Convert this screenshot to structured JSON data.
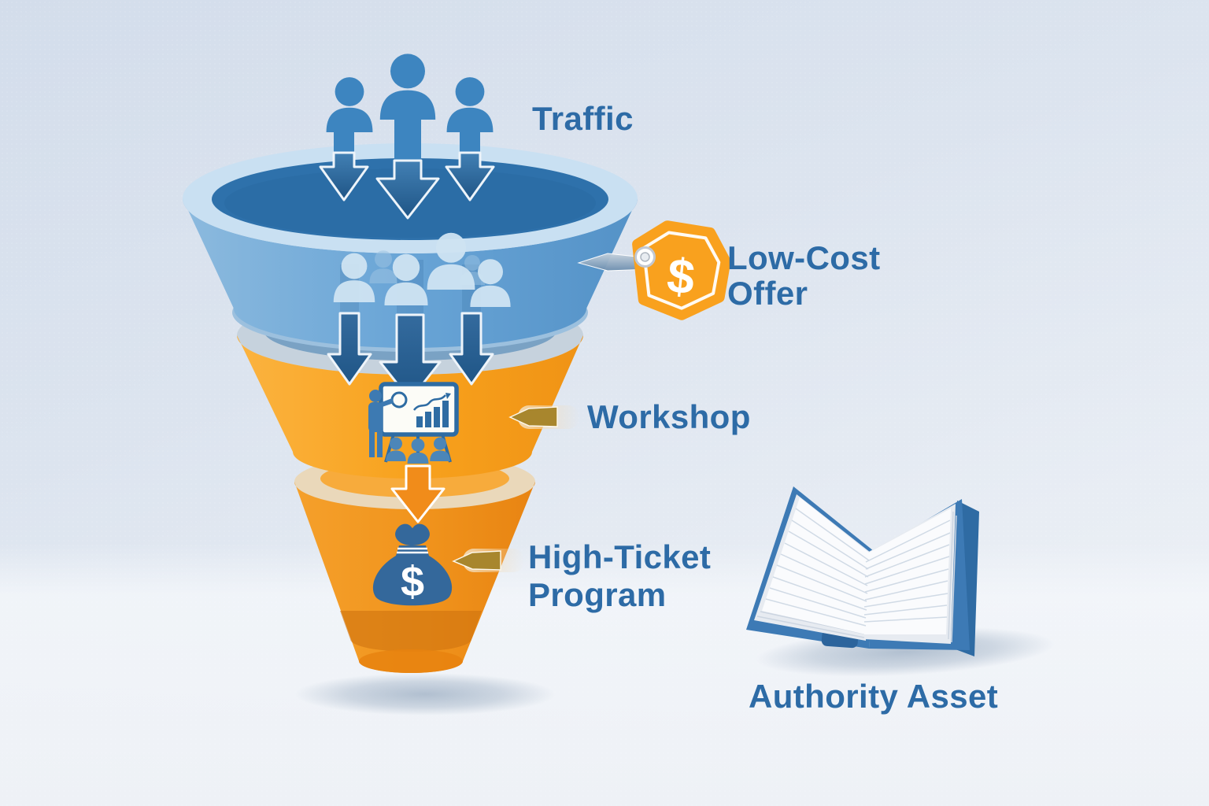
{
  "diagram": {
    "type": "funnel",
    "stage_count": 4,
    "stages": [
      {
        "id": "traffic",
        "label": "Traffic",
        "icon": "people-group-icon",
        "color": "#6aa6d8"
      },
      {
        "id": "low-cost-offer",
        "label": "Low-Cost Offer",
        "lines": [
          "Low-Cost",
          "Offer"
        ],
        "icon": "price-tag-icon",
        "symbol": "$",
        "color": "#6aa6d8"
      },
      {
        "id": "workshop",
        "label": "Workshop",
        "icon": "presentation-icon",
        "color": "#f8a623"
      },
      {
        "id": "high-ticket-program",
        "label": "High-Ticket Program",
        "lines": [
          "High-Ticket",
          "Program"
        ],
        "icon": "money-bag-icon",
        "symbol": "$",
        "color": "#ef8c1a"
      }
    ],
    "companion": {
      "id": "authority-asset",
      "label": "Authority Asset",
      "icon": "open-book-icon"
    }
  },
  "labels": {
    "traffic": "Traffic",
    "low_cost_1": "Low-Cost",
    "low_cost_2": "Offer",
    "workshop": "Workshop",
    "high_ticket_1": "High-Ticket",
    "high_ticket_2": "Program",
    "authority_asset": "Authority Asset",
    "tag_dollar": "$",
    "bag_dollar": "$"
  },
  "colors": {
    "label_text": "#2d6ba6",
    "funnel_blue_body": "#6aa6d8",
    "funnel_blue_rim": "#c9e0f2",
    "funnel_blue_inner": "#2e71ab",
    "funnel_orange_body": "#f8a21d",
    "funnel_orange_cone": "#ee8a16",
    "arrow_dark_blue": "#2b6095",
    "arrow_orange": "#f18c1a",
    "price_tag_orange": "#f9a11e",
    "money_bag_blue": "#34689b",
    "book_cover_blue": "#3d7ab5",
    "background_top": "#d3ddeb",
    "background_bottom": "#eff2f7"
  }
}
